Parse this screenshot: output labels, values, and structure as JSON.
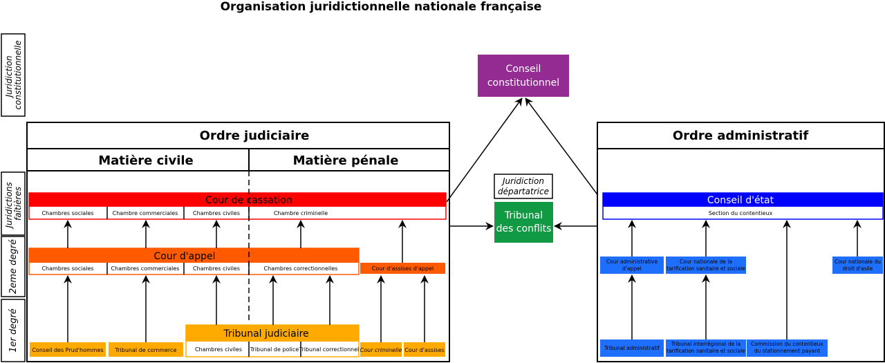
{
  "title": "Organisation juridictionnelle nationale française",
  "levels": {
    "constitutionnelle": [
      "Juridiction",
      "constitutionnelle"
    ],
    "faitieres": [
      "Juridictions",
      "faîtières"
    ],
    "deuxieme": "2eme degré",
    "premier": "1er degré"
  },
  "judiciaire": {
    "title": "Ordre judiciaire",
    "civile": "Matière civile",
    "penale": "Matière pénale",
    "cassation": {
      "label": "Cour de cassation",
      "chambres": [
        "Chambres sociales",
        "Chambre commerciales",
        "Chambres civiles",
        "Chambre criminelle"
      ]
    },
    "appel": {
      "label": "Cour d'appel",
      "chambres": [
        "Chambres sociales",
        "Chambres commerciales",
        "Chambres civiles",
        "Chambres correctionnelles"
      ]
    },
    "assises_appel": "Cour d'assises d'appel",
    "tribunal_judiciaire": {
      "label": "Tribunal judiciaire",
      "chambres": [
        "Chambres civiles",
        "Tribunal de police",
        "Tribunal correctionnel"
      ]
    },
    "prudhommes": "Conseil des Prud'hommes",
    "commerce": "Tribunal de commerce",
    "cour_criminelle": "Cour criminelle",
    "cour_assises": "Cour d'assises"
  },
  "centre": {
    "constitutionnel": [
      "Conseil",
      "constitutionnel"
    ],
    "departatrice": [
      "Juridiction",
      "départatrice"
    ],
    "conflits": [
      "Tribunal",
      "des conflits"
    ]
  },
  "administratif": {
    "title": "Ordre administratif",
    "conseil_etat": "Conseil d'état",
    "section": "Section du contentieux",
    "appel": [
      [
        "Cour administrative",
        "d'appel"
      ],
      [
        "Cour nationale de la",
        "tarification sanitaire et sociale"
      ],
      [
        "Cour nationale du",
        "droit d'asile"
      ]
    ],
    "premier": [
      [
        "Tribunal administratif"
      ],
      [
        "Tribunal interrégional de la",
        "tarification sanitaire et sociale"
      ],
      [
        "Commission du contentieux",
        "du stationnement payant"
      ]
    ]
  },
  "colors": {
    "cassation": "#ff0000",
    "appel": "#ff5a00",
    "tribunal": "#ffaa00",
    "constitutionnel": "#932b93",
    "conflits": "#119944",
    "conseil_etat": "#0000ff",
    "admin_box": "#1f6fff"
  }
}
